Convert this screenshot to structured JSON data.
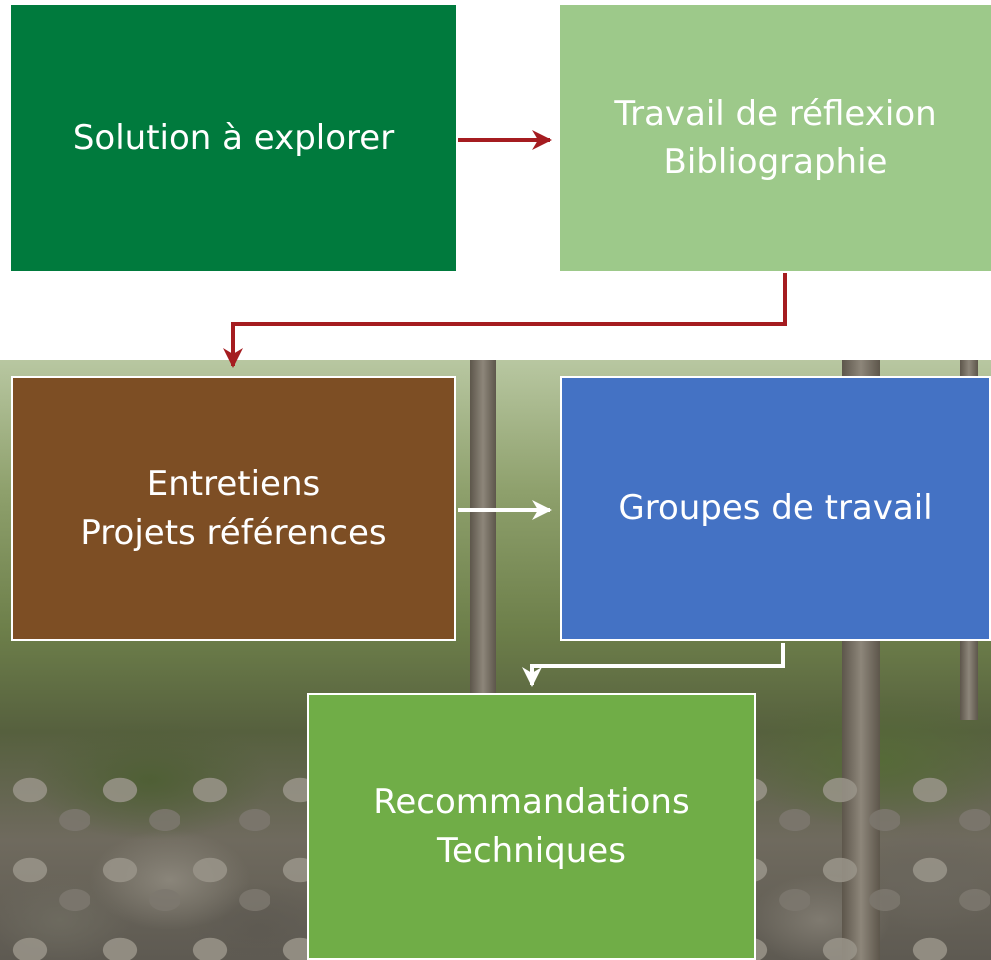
{
  "boxes": {
    "solution": {
      "line1": "Solution à explorer"
    },
    "travail": {
      "line1": "Travail de réflexion",
      "line2": "Bibliographie"
    },
    "entretiens": {
      "line1": "Entretiens",
      "line2": "Projets références"
    },
    "groupes": {
      "line1": "Groupes de travail"
    },
    "reco": {
      "line1": "Recommandations",
      "line2": "Techniques"
    }
  },
  "colors": {
    "solution": "#007a3d",
    "travail": "#9dc98a",
    "entretiens": "#7d4e24",
    "groupes": "#4472c4",
    "reco": "#70ad47",
    "arrow_red": "#a51c20",
    "arrow_white": "#ffffff"
  }
}
